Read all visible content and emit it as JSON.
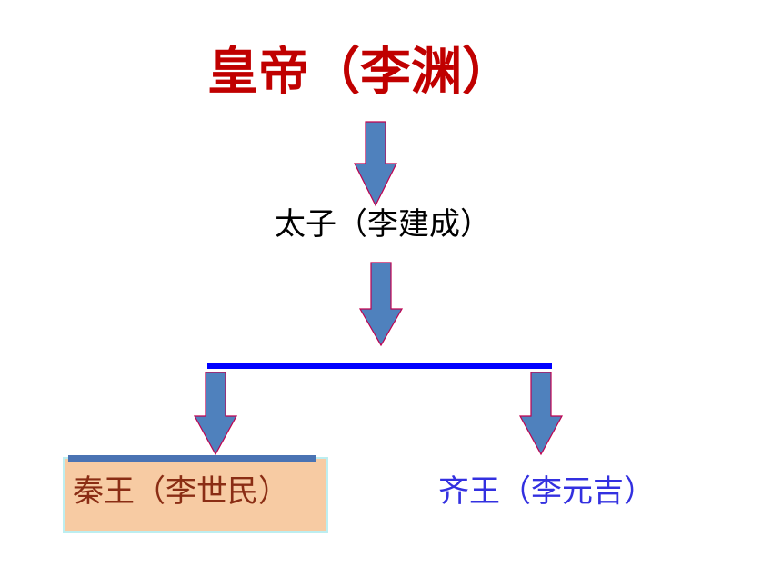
{
  "nodes": {
    "emperor": "皇帝（李渊）",
    "crown_prince": "太子（李建成）",
    "prince_qin": "秦王（李世民）",
    "prince_qi": "齐王（李元吉）"
  },
  "colors": {
    "emperor_text": "#c00000",
    "crown_prince_text": "#000000",
    "prince_qin_text": "#8a2d14",
    "prince_qin_box": "#f7cba3",
    "prince_qi_text": "#3330e0",
    "arrow_fill": "#4f81bd",
    "arrow_outline": "#c0004f",
    "connector": "#0000ff"
  }
}
